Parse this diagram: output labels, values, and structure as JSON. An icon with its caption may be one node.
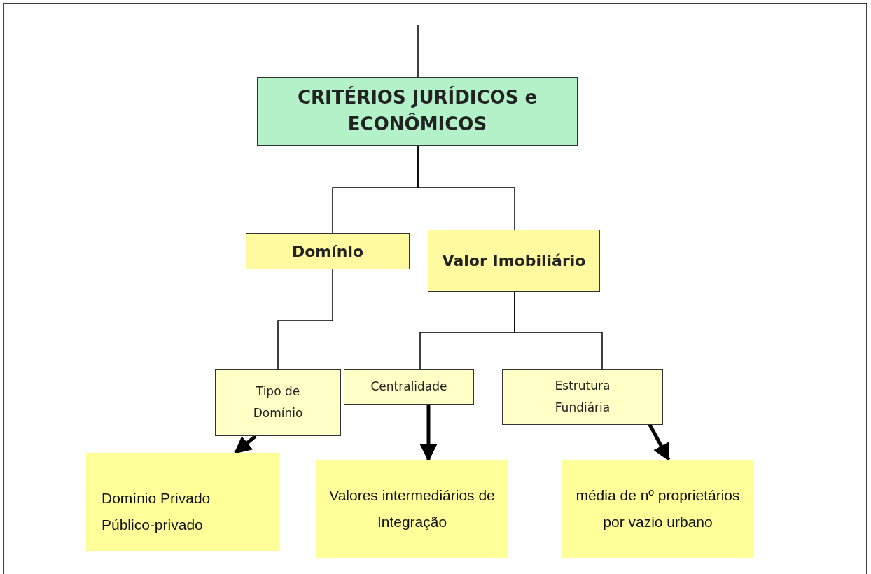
{
  "diagram": {
    "nodes": [
      {
        "text": [
          "CRITÉRIOS JURÍDICOS e ECONÔMICOS"
        ]
      },
      {
        "text": [
          "Domínio"
        ]
      },
      {
        "text": [
          "Valor Imobiliário"
        ]
      },
      {
        "text": [
          "Tipo de Domínio"
        ]
      },
      {
        "text": [
          "Centralidade"
        ]
      },
      {
        "text": [
          "Estrutura Fundiária"
        ]
      },
      {
        "text": [
          "Domínio Privado Público-privado"
        ]
      },
      {
        "text": [
          "Valores intermediários de Integração"
        ]
      },
      {
        "text": [
          "média de nº proprietários por vazio urbano"
        ]
      }
    ],
    "edges": [
      {
        "from": null,
        "to": 0,
        "arrow": "none"
      },
      {
        "from": 0,
        "to": 1,
        "arrow": "none"
      },
      {
        "from": 0,
        "to": 2,
        "arrow": "none"
      },
      {
        "from": 1,
        "to": 3,
        "arrow": "none"
      },
      {
        "from": 2,
        "to": 4,
        "arrow": "none"
      },
      {
        "from": 2,
        "to": 5,
        "arrow": "none"
      },
      {
        "from": 3,
        "to": 6,
        "arrow": "to",
        "style": "thick"
      },
      {
        "from": 4,
        "to": 7,
        "arrow": "to",
        "style": "thick"
      },
      {
        "from": 5,
        "to": 8,
        "arrow": "to",
        "style": "thick"
      }
    ]
  }
}
